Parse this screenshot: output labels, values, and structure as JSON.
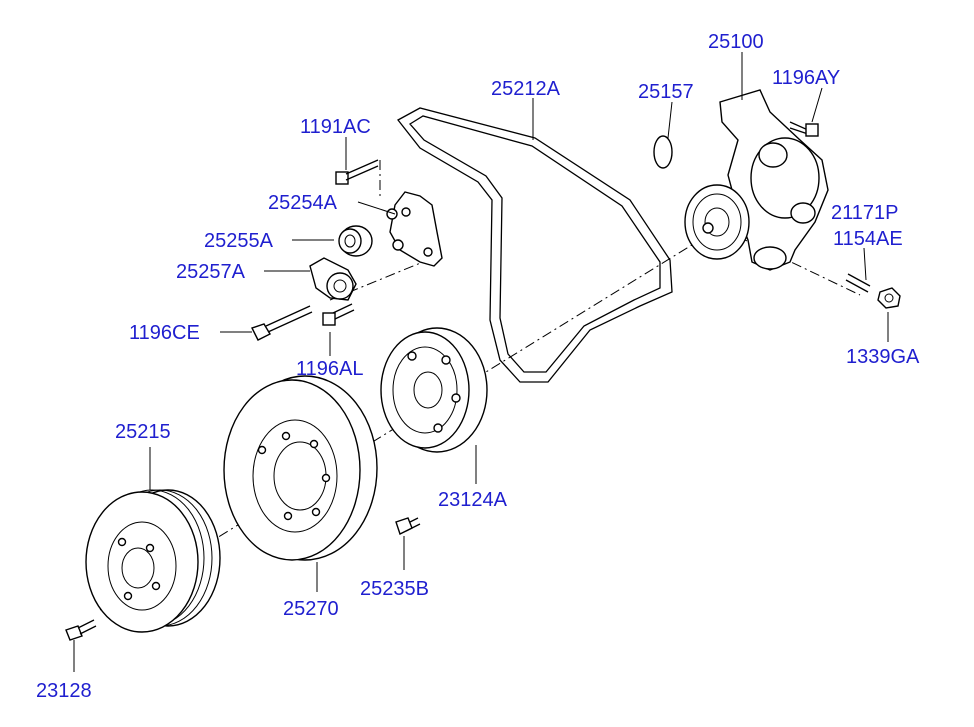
{
  "parts": [
    {
      "id": "p25100",
      "label": "25100"
    },
    {
      "id": "p25212a",
      "label": "25212A"
    },
    {
      "id": "p25157",
      "label": "25157"
    },
    {
      "id": "p1196ay",
      "label": "1196AY"
    },
    {
      "id": "p1191ac",
      "label": "1191AC"
    },
    {
      "id": "p25254a",
      "label": "25254A"
    },
    {
      "id": "p25255a",
      "label": "25255A"
    },
    {
      "id": "p25257a",
      "label": "25257A"
    },
    {
      "id": "p21171p",
      "label": "21171P"
    },
    {
      "id": "p1154ae",
      "label": "1154AE"
    },
    {
      "id": "p1196ce",
      "label": "1196CE"
    },
    {
      "id": "p1339ga",
      "label": "1339GA"
    },
    {
      "id": "p1196al",
      "label": "1196AL"
    },
    {
      "id": "p25215",
      "label": "25215"
    },
    {
      "id": "p23124a",
      "label": "23124A"
    },
    {
      "id": "p25270",
      "label": "25270"
    },
    {
      "id": "p25235b",
      "label": "25235B"
    },
    {
      "id": "p23128",
      "label": "23128"
    }
  ]
}
